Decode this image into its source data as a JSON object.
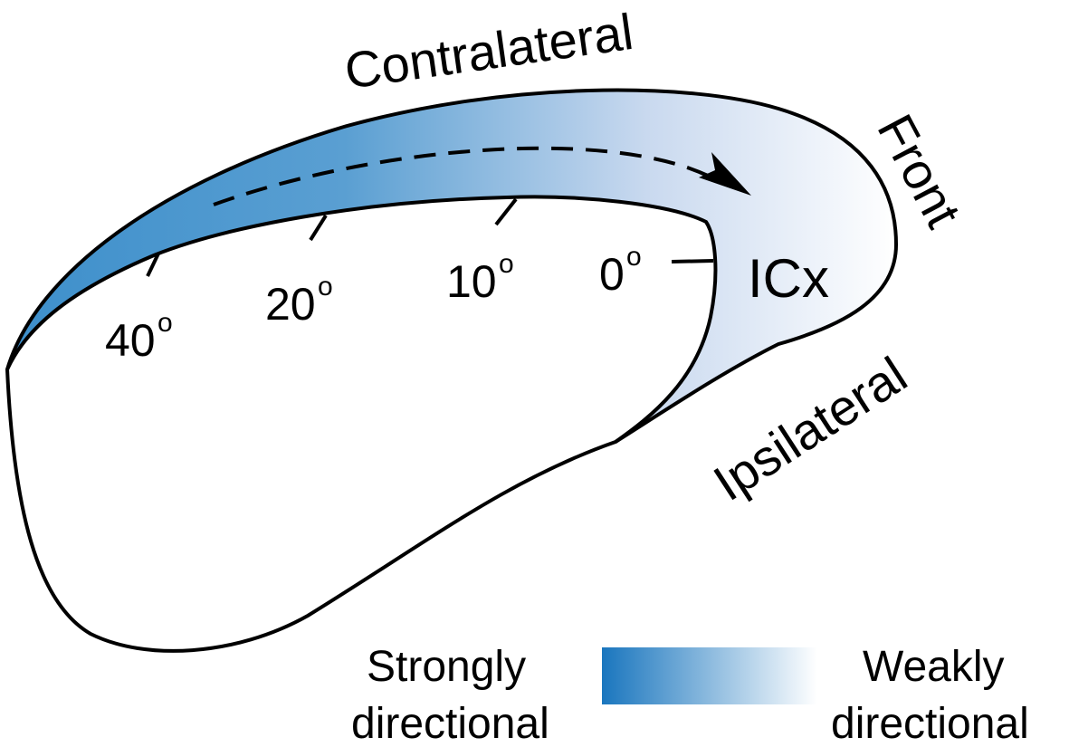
{
  "labels": {
    "contralateral": "Contralateral",
    "front": "Front",
    "ipsilateral": "Ipsilateral",
    "icx": "ICx"
  },
  "azimuth_ticks": [
    {
      "value": "40",
      "degree_mark": "o"
    },
    {
      "value": "20",
      "degree_mark": "o"
    },
    {
      "value": "10",
      "degree_mark": "o"
    },
    {
      "value": "0",
      "degree_mark": "o"
    }
  ],
  "legend": {
    "left_line1": "Strongly",
    "left_line2": "directional",
    "right_line1": "Weakly",
    "right_line2": "directional",
    "gradient_start_color": "#1a76be",
    "gradient_end_color": "#ffffff"
  },
  "colors": {
    "band_strong": "#3d8fcb",
    "band_weak": "#ffffff",
    "outline": "#000000"
  }
}
